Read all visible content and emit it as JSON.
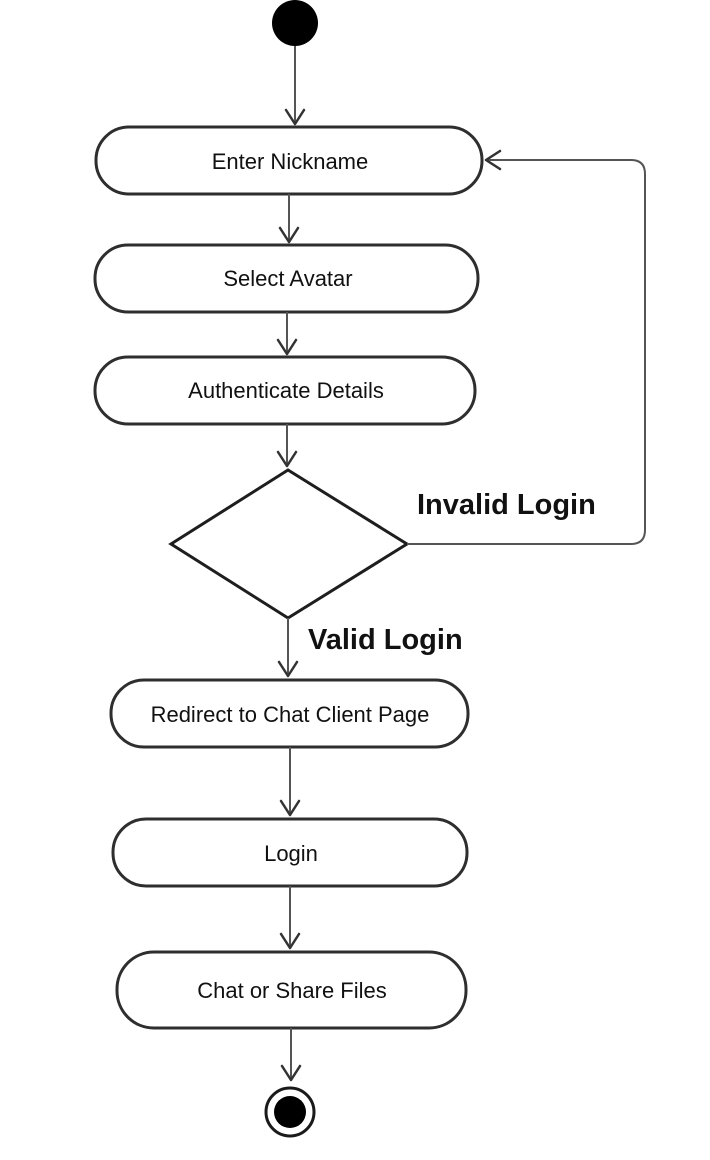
{
  "diagram": {
    "type": "uml-activity",
    "nodes": [
      {
        "id": "start",
        "kind": "initial"
      },
      {
        "id": "enter_nickname",
        "kind": "action",
        "label": "Enter Nickname"
      },
      {
        "id": "select_avatar",
        "kind": "action",
        "label": "Select Avatar"
      },
      {
        "id": "authenticate",
        "kind": "action",
        "label": "Authenticate Details"
      },
      {
        "id": "check_login",
        "kind": "decision"
      },
      {
        "id": "redirect",
        "kind": "action",
        "label": "Redirect to Chat Client Page"
      },
      {
        "id": "login",
        "kind": "action",
        "label": "Login"
      },
      {
        "id": "chat_share",
        "kind": "action",
        "label": "Chat or Share Files"
      },
      {
        "id": "end",
        "kind": "final"
      }
    ],
    "edges": [
      {
        "from": "start",
        "to": "enter_nickname"
      },
      {
        "from": "enter_nickname",
        "to": "select_avatar"
      },
      {
        "from": "select_avatar",
        "to": "authenticate"
      },
      {
        "from": "authenticate",
        "to": "check_login"
      },
      {
        "from": "check_login",
        "to": "enter_nickname",
        "guard": "Invalid Login"
      },
      {
        "from": "check_login",
        "to": "redirect",
        "guard": "Valid Login"
      },
      {
        "from": "redirect",
        "to": "login"
      },
      {
        "from": "login",
        "to": "chat_share"
      },
      {
        "from": "chat_share",
        "to": "end"
      }
    ],
    "labels": {
      "enter_nickname": "Enter Nickname",
      "select_avatar": "Select Avatar",
      "authenticate": "Authenticate Details",
      "redirect": "Redirect to Chat Client Page",
      "login": "Login",
      "chat_share": "Chat or Share Files",
      "invalid_guard": "Invalid Login",
      "valid_guard": "Valid Login"
    }
  }
}
